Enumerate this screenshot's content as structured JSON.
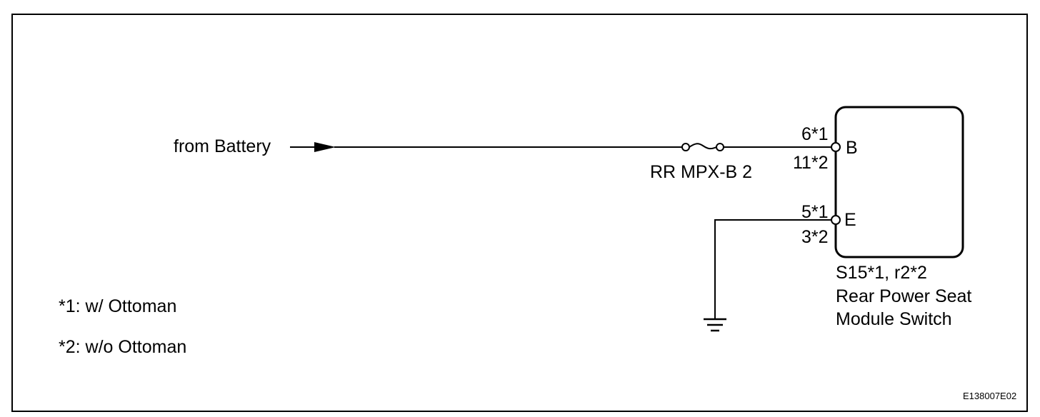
{
  "source_label": "from Battery",
  "fuse": {
    "name": "RR MPX-B 2"
  },
  "terminals": {
    "b": {
      "name": "B",
      "pin_w_ottoman": "6*1",
      "pin_wo_ottoman": "11*2"
    },
    "e": {
      "name": "E",
      "pin_w_ottoman": "5*1",
      "pin_wo_ottoman": "3*2"
    }
  },
  "component": {
    "connector": "S15*1, r2*2",
    "name_line1": "Rear Power Seat",
    "name_line2": "Module Switch"
  },
  "notes": [
    "*1: w/ Ottoman",
    "*2: w/o Ottoman"
  ],
  "figure_code": "E138007E02",
  "colors": {
    "line": "#000000",
    "background": "#ffffff"
  }
}
